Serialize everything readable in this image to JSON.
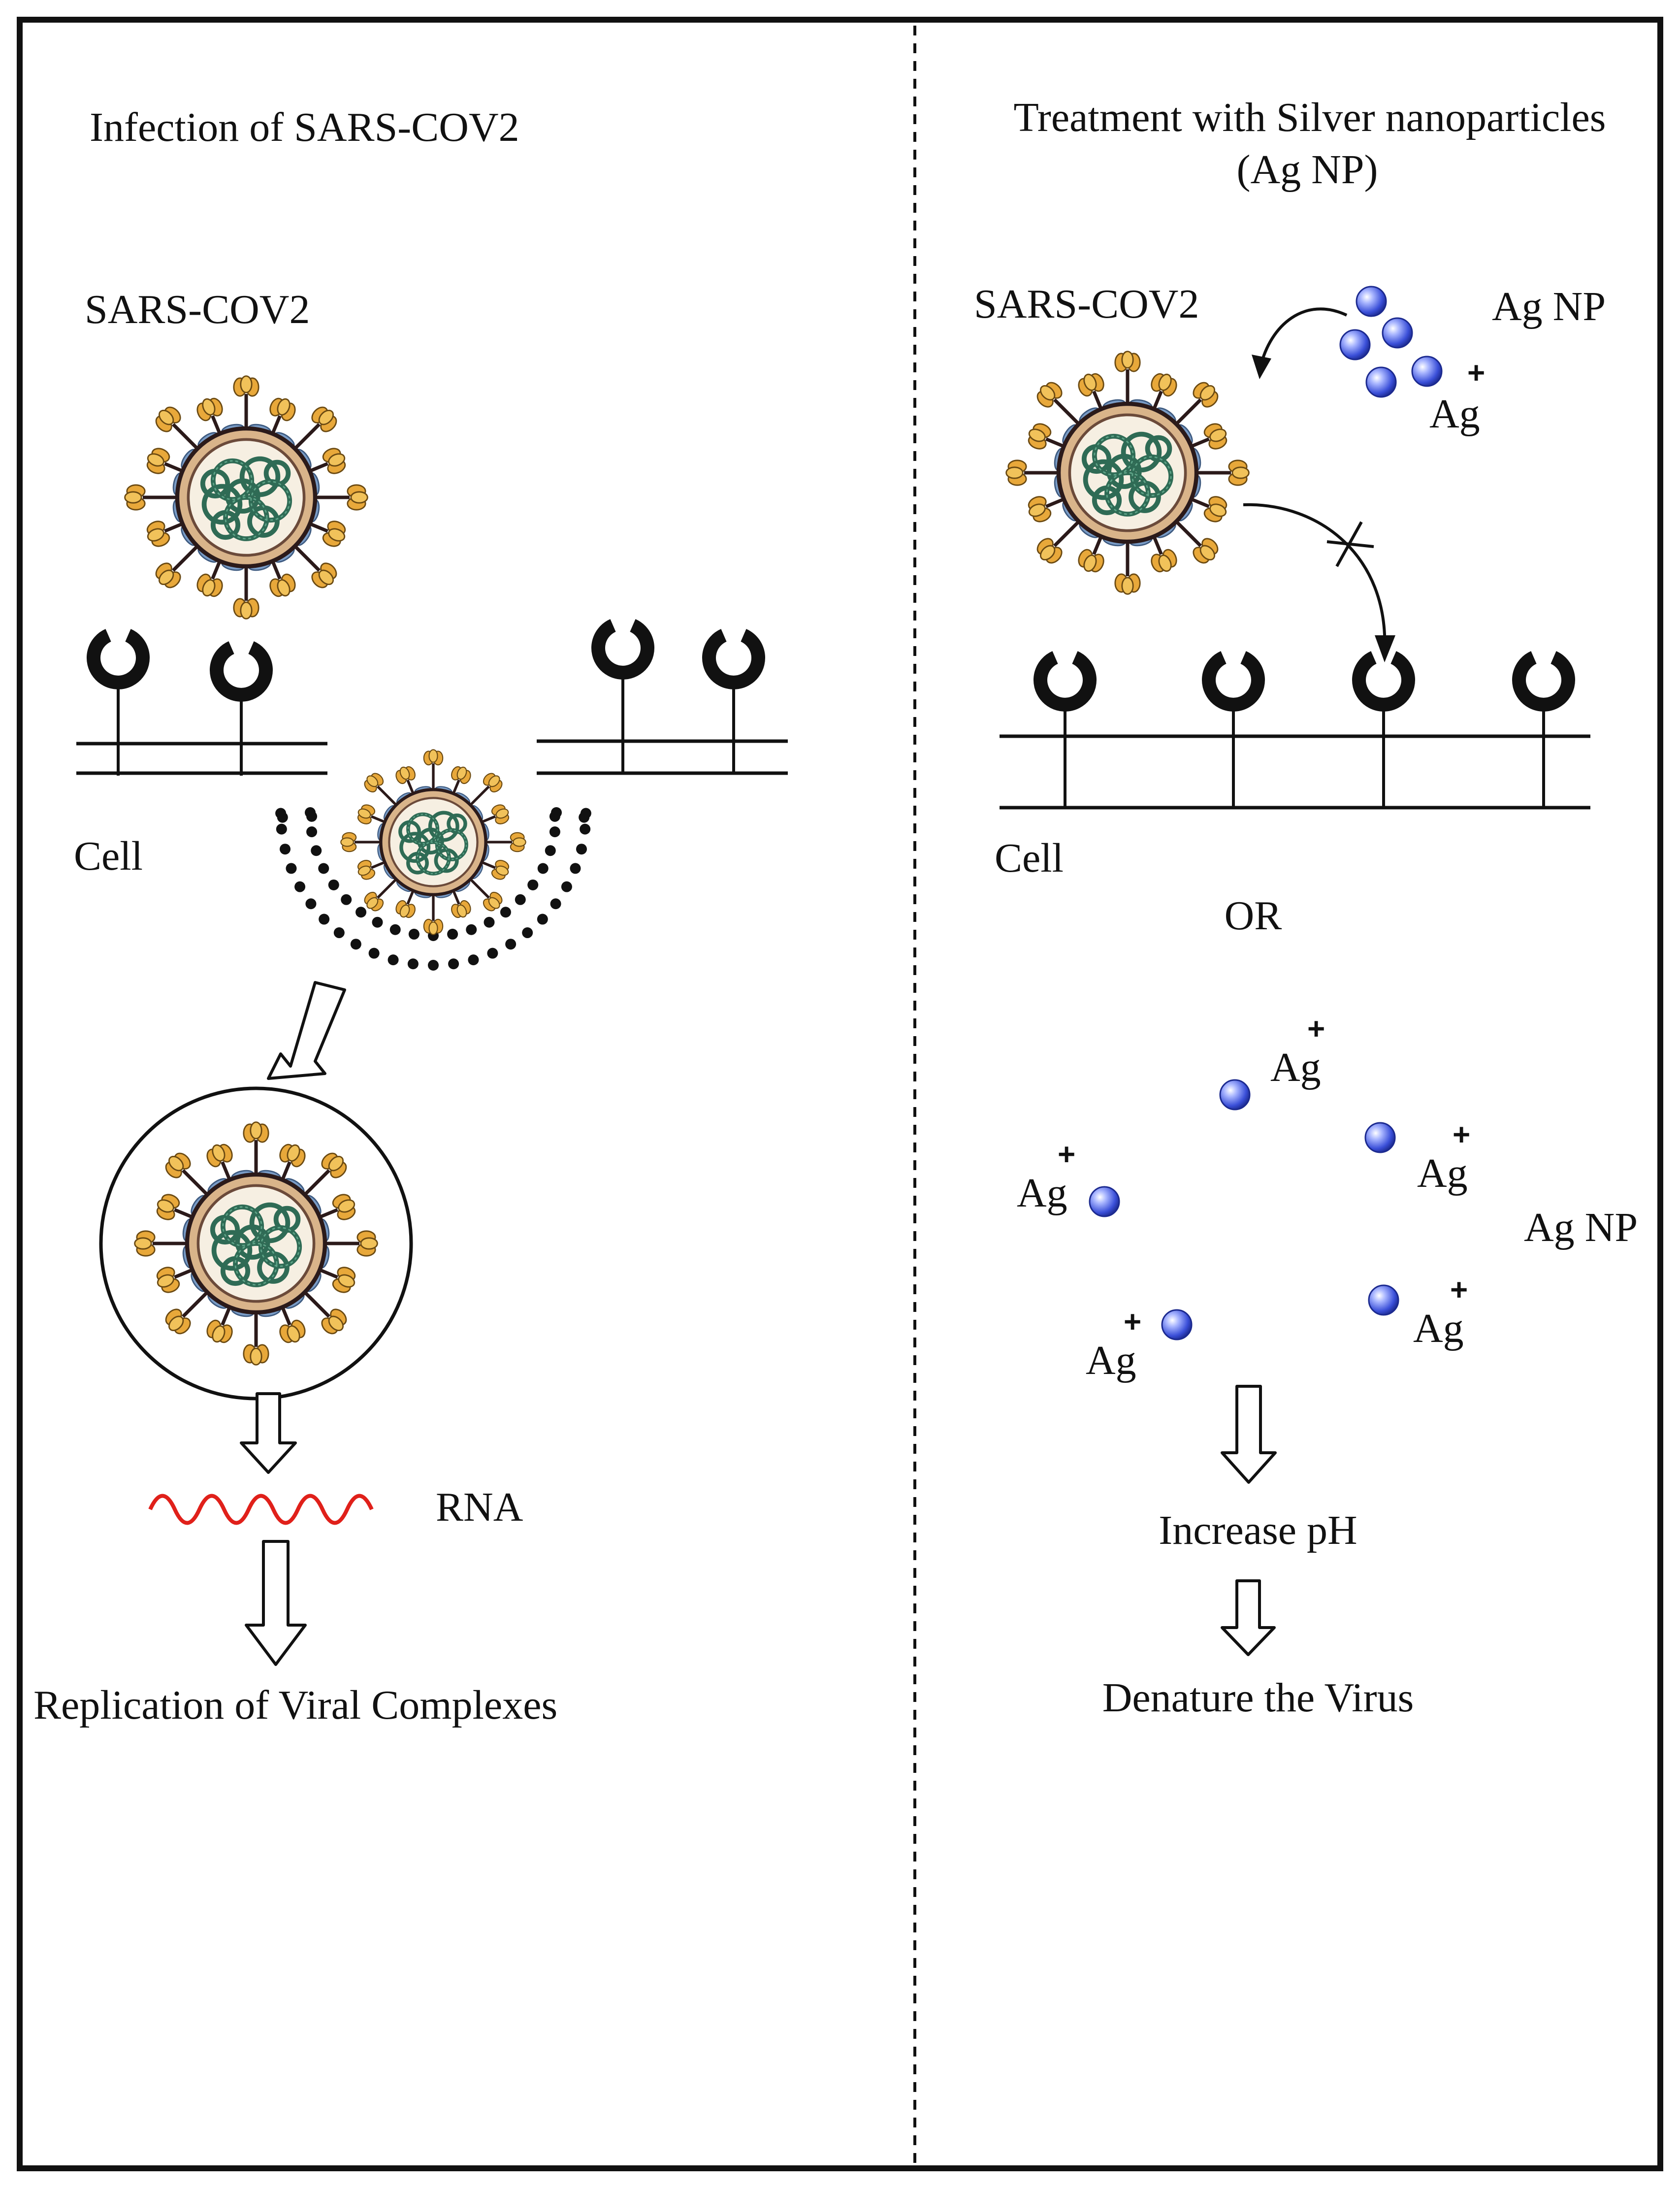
{
  "left_panel": {
    "title": "Infection of SARS-COV2",
    "virus_label": "SARS-COV2",
    "cell_label": "Cell",
    "rna_label": "RNA",
    "outcome_label": "Replication of Viral Complexes"
  },
  "right_panel": {
    "title_line1": "Treatment with Silver nanoparticles",
    "title_line2": "(Ag NP)",
    "virus_label": "SARS-COV2",
    "agnp_label_top": "Ag NP",
    "ion_label": "Ag",
    "ion_charge": "+",
    "cell_label": "Cell",
    "or_label": "OR",
    "agnp_label_mid": "Ag NP",
    "step1_label": "Increase pH",
    "step2_label": "Denature the Virus"
  },
  "colors": {
    "spike_head": "#e8a83a",
    "envelope": "#d9b48a",
    "membrane_protein": "#7a9cc6",
    "rna_coil": "#2f6b55",
    "rna_strand": "#e0201a",
    "nanoparticle": "#3a4fd8",
    "receptor": "#111111"
  }
}
